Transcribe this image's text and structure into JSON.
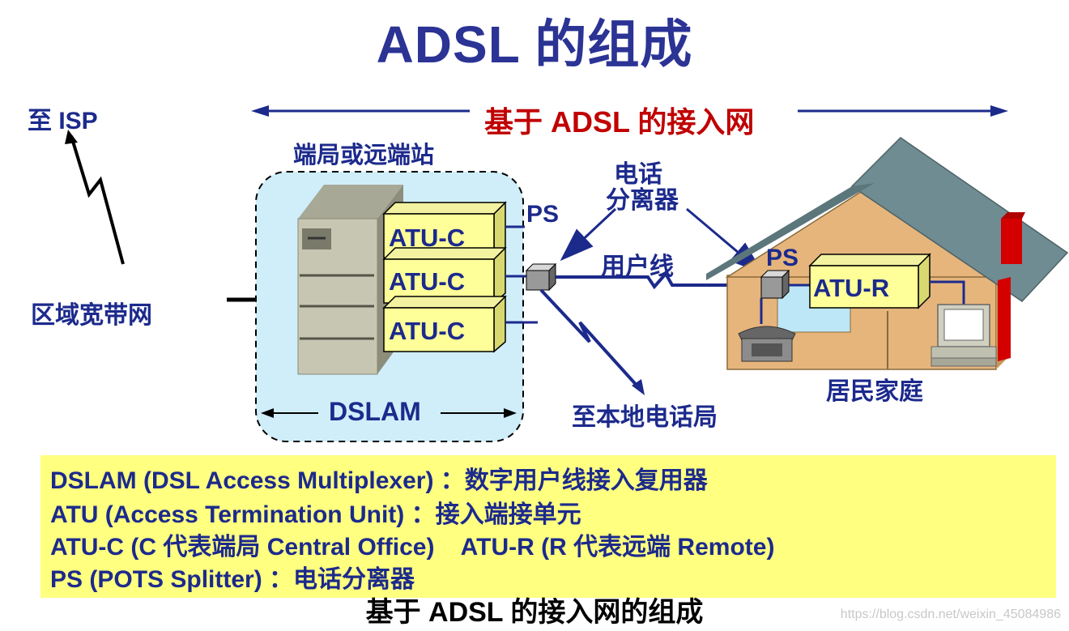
{
  "title": "ADSL 的组成",
  "to_isp": "至 ISP",
  "access_network": "基于 ADSL 的接入网",
  "regional_network": "区域宽带网",
  "central_office": "端局或远端站",
  "ps": "PS",
  "atu_c": "ATU-C",
  "dslam": "DSLAM",
  "phone_splitter_line1": "电话",
  "phone_splitter_line2": "分离器",
  "user_line": "用户线",
  "to_local_exchange": "至本地电话局",
  "atu_r": "ATU-R",
  "residence": "居民家庭",
  "legend": {
    "line1": "DSLAM (DSL Access Multiplexer) ：数字用户线接入复用器",
    "line2": "ATU (Access Termination Unit) ：接入端接单元",
    "line3": "ATU-C (C 代表端局 Central Office)    ATU-R (R 代表远端 Remote)",
    "line4": "PS (POTS Splitter) ：电话分离器"
  },
  "caption": "基于 ADSL 的接入网的组成",
  "watermark": "https://blog.csdn.net/weixin_45084986",
  "colors": {
    "title_blue": "#2b3394",
    "label_blue": "#1c2a8c",
    "accent_red": "#c00000",
    "legend_bg": "#ffff80",
    "atu_box": "#ffff99",
    "dslam_bg": "#cfeefa"
  }
}
